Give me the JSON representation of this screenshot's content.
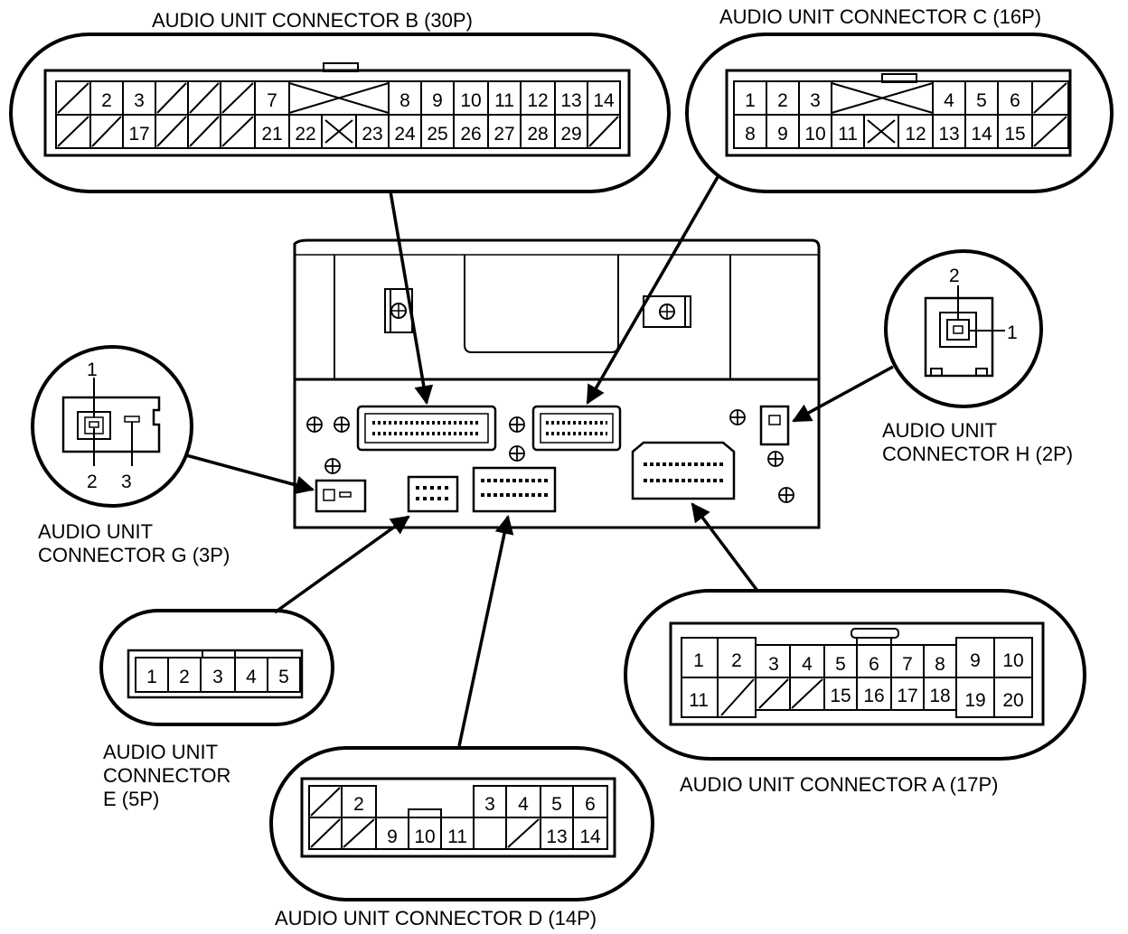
{
  "labels": {
    "connector_b": "AUDIO UNIT CONNECTOR B (30P)",
    "connector_c": "AUDIO UNIT CONNECTOR C (16P)",
    "connector_h_line1": "AUDIO UNIT",
    "connector_h_line2": "CONNECTOR H (2P)",
    "connector_g_line1": "AUDIO UNIT",
    "connector_g_line2": "CONNECTOR G (3P)",
    "connector_e_line1": "AUDIO UNIT",
    "connector_e_line2": "CONNECTOR",
    "connector_e_line3": "E (5P)",
    "connector_a": "AUDIO UNIT CONNECTOR A (17P)",
    "connector_d": "AUDIO UNIT CONNECTOR D (14P)"
  },
  "connector_b": {
    "row1": [
      "",
      "2",
      "3",
      "",
      "",
      "",
      "7",
      "",
      "8",
      "9",
      "10",
      "11",
      "12",
      "13",
      "14"
    ],
    "row2": [
      "",
      "",
      "17",
      "",
      "",
      "",
      "21",
      "22",
      "23",
      "24",
      "25",
      "26",
      "27",
      "28",
      "29",
      ""
    ]
  },
  "connector_c": {
    "row1": [
      "1",
      "2",
      "3",
      "4",
      "5",
      "6",
      ""
    ],
    "row2": [
      "8",
      "9",
      "10",
      "11",
      "12",
      "13",
      "14",
      "15",
      ""
    ]
  },
  "connector_h": {
    "pins": [
      "2",
      "1"
    ]
  },
  "connector_g": {
    "pins": [
      "1",
      "2",
      "3"
    ]
  },
  "connector_e": {
    "pins": [
      "1",
      "2",
      "3",
      "4",
      "5"
    ]
  },
  "connector_a": {
    "row1": [
      "1",
      "2",
      "3",
      "4",
      "5",
      "6",
      "7",
      "8",
      "9",
      "10"
    ],
    "row2": [
      "11",
      "15",
      "16",
      "17",
      "18",
      "19",
      "20"
    ]
  },
  "connector_d": {
    "row1": [
      "2",
      "3",
      "4",
      "5",
      "6"
    ],
    "row2": [
      "9",
      "10",
      "11",
      "13",
      "14"
    ]
  }
}
